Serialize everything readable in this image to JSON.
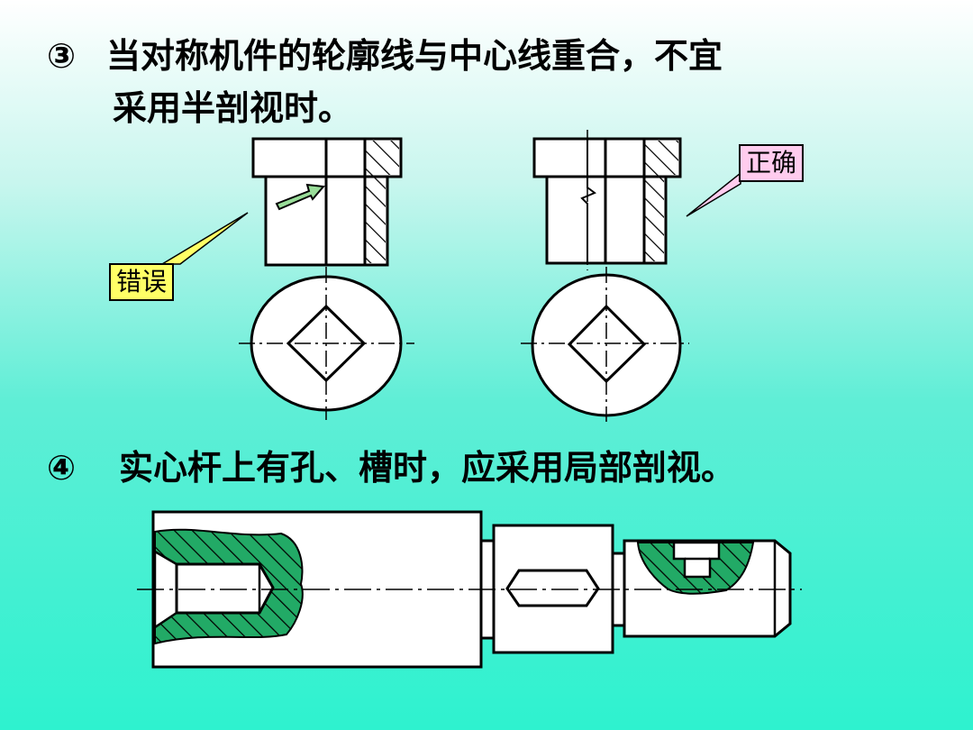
{
  "rule3": {
    "marker": "③",
    "line1": "当对称机件的轮廓线与中心线重合，不宜",
    "line2": "采用半剖视时。"
  },
  "rule4": {
    "marker": "④",
    "text": "实心杆上有孔、槽时，应采用局部剖视。"
  },
  "labels": {
    "wrong": "错误",
    "right": "正确"
  },
  "colors": {
    "hatch": "#22aa66",
    "wrong_label_bg": "#ffff66",
    "right_label_bg": "#ffccee",
    "arrow_fill": "#99dd99"
  }
}
